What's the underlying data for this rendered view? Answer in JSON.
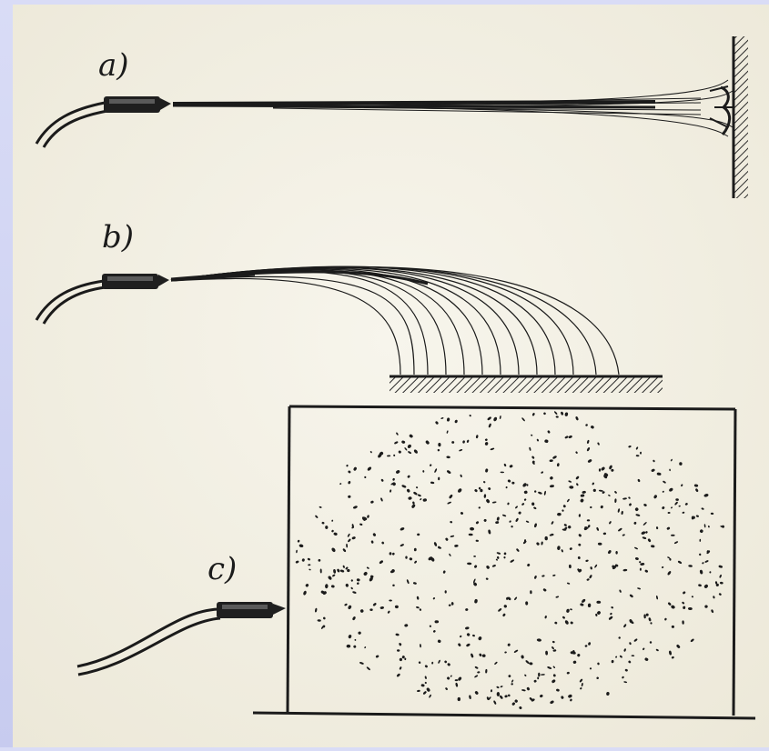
{
  "figure": {
    "panels": [
      {
        "id": "a",
        "label": "a)"
      },
      {
        "id": "b",
        "label": "b)"
      },
      {
        "id": "c",
        "label": "c)"
      }
    ]
  },
  "colors": {
    "border_blue": "#c9ccf2",
    "paper": "#f3f0e4",
    "ink": "#1b1b1b"
  }
}
